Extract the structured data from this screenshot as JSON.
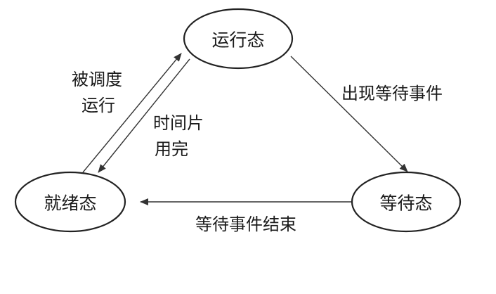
{
  "states": {
    "running": "运行态",
    "ready": "就绪态",
    "waiting": "等待态"
  },
  "transitions": {
    "scheduled_line1": "被调度",
    "scheduled_line2": "运行",
    "timeslice_line1": "时间片",
    "timeslice_line2": "用完",
    "wait_event": "出现等待事件",
    "wait_end": "等待事件结束"
  }
}
